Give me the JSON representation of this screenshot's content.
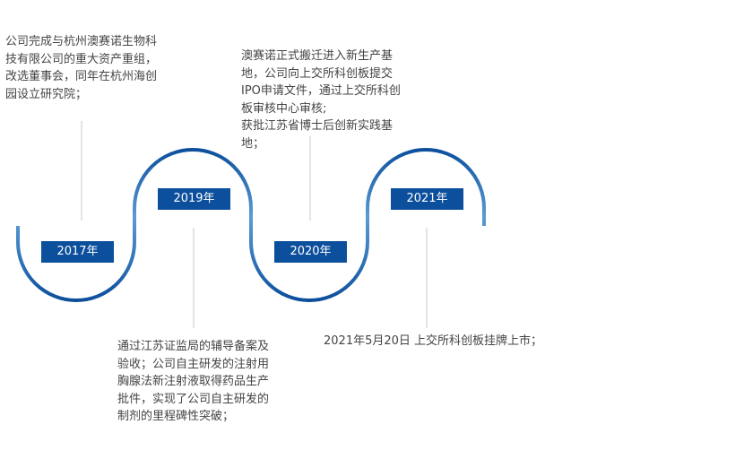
{
  "milestones": [
    {
      "year": "2017年",
      "text": "公司完成与杭州澳赛诺生物科技有限公司的重大资产重组，改选董事会，同年在杭州海创园设立研究院；"
    },
    {
      "year": "2019年",
      "text": "通过江苏证监局的辅导备案及验收；公司自主研发的注射用胸腺法新注射液取得药品生产批件，实现了公司自主研发的制剂的里程碑性突破；"
    },
    {
      "year": "2020年",
      "text": "澳赛诺正式搬迁进入新生产基地，公司向上交所科创板提交IPO申请文件，通过上交所科创板审核中心审核;\n获批江苏省博士后创新实践基地；"
    },
    {
      "year": "2021年",
      "text": "2021年5月20日 上交所科创板挂牌上市；"
    }
  ],
  "colors": {
    "accent": "#0c4f9c",
    "track_light": "#5b9bd5",
    "connector": "#c9c9c9",
    "text": "#444444"
  }
}
